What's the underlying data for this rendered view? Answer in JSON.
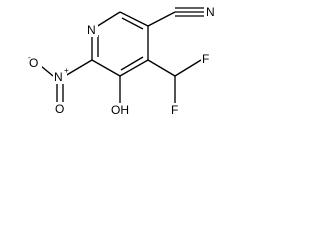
{
  "molecule": {
    "atoms": {
      "ring_n": "N",
      "nitrile_n": "N",
      "nitro_n": "N",
      "nitro_n_charge": "+",
      "nitro_o1": "O",
      "nitro_o1_charge": "-",
      "nitro_o2": "O",
      "hydroxyl": "OH",
      "fluorine_1": "F",
      "fluorine_2": "F"
    }
  }
}
